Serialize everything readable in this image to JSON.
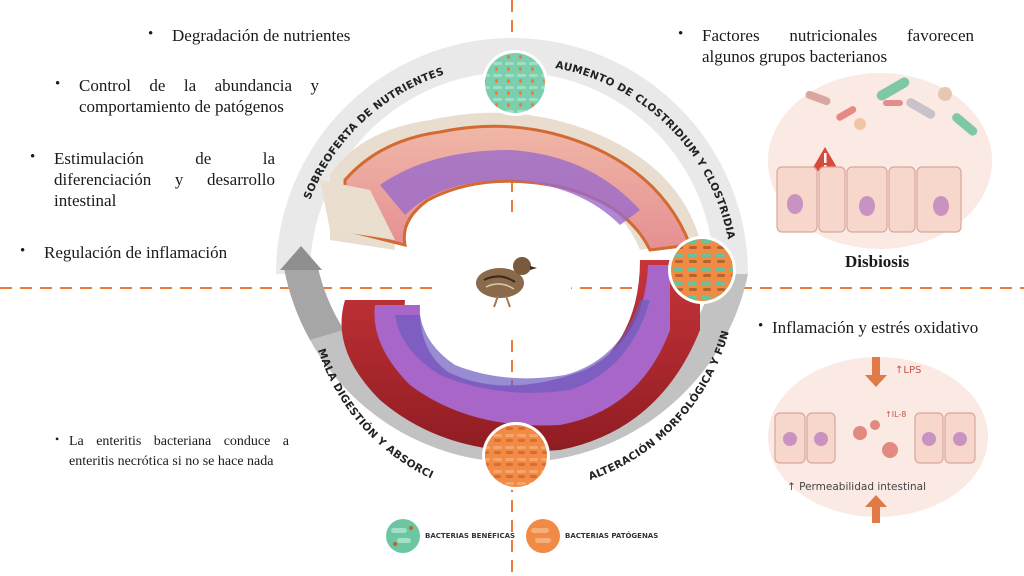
{
  "colors": {
    "divider": "#ec7c3a",
    "ring_gray": "#c9c9c9",
    "ring_dark": "#a7a7a7",
    "beneficial": "#5fbf9a",
    "pathogenic": "#f08a45"
  },
  "top_left": {
    "items": [
      {
        "bullet": "•",
        "text": "Degradación de nutrientes"
      },
      {
        "bullet": "•",
        "text": "Control de la abundancia y comportamiento de patógenos"
      },
      {
        "bullet": "•",
        "text": "Estimulación de la diferenciación y desarrollo intestinal"
      },
      {
        "bullet": "•",
        "text": "Regulación de inflamación"
      }
    ]
  },
  "top_right": {
    "bullet": "•",
    "text": "Factores nutricionales favorecen algunos grupos bacterianos",
    "image_caption": "Disbiosis",
    "image_icon": "warning-icon"
  },
  "bottom_right": {
    "bullet": "•",
    "text": "Inflamación y estrés oxidativo",
    "image_labels": {
      "lps": "↑LPS",
      "il8": "↑IL-8",
      "permeability": "↑ Permeabilidad intestinal"
    }
  },
  "bottom_left": {
    "bullet": "•",
    "text": "La enteritis bacteriana conduce a enteritis necrótica si no se hace nada"
  },
  "cycle": {
    "stages": [
      {
        "label": "SOBREOFERTA DE NUTRIENTES"
      },
      {
        "label": "AUMENTO DE CLOSTRIDIUM Y CLOSTRIDIACEAE"
      },
      {
        "label": "ALTERACIÓN MORFOLÓGICA Y FUNCIONAL"
      },
      {
        "label": "MALA DIGESTIÓN Y ABSORCIÓN"
      }
    ],
    "center_icon": "quail-icon"
  },
  "legend": {
    "items": [
      {
        "label": "BACTERIAS BENÉFICAS",
        "icon": "beneficial-bacteria-icon"
      },
      {
        "label": "BACTERIAS PATÓGENAS",
        "icon": "pathogenic-bacteria-icon"
      }
    ]
  }
}
